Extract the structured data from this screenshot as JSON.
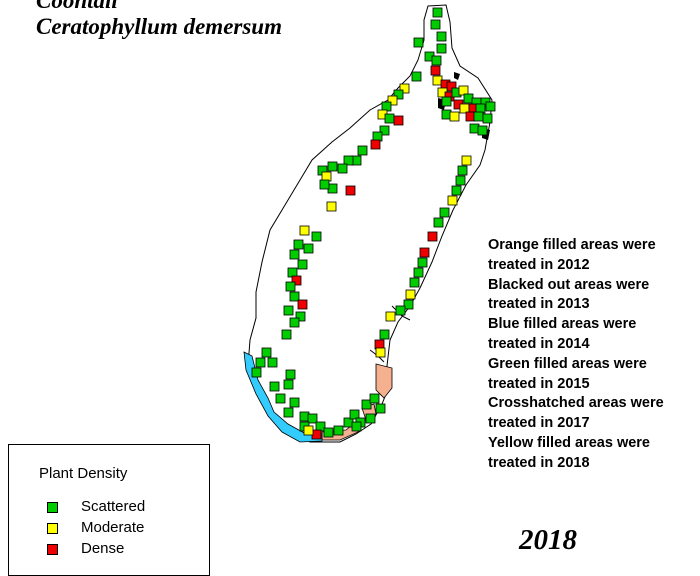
{
  "title": {
    "line1": "Coontail",
    "line2": "Ceratophyllum demersum"
  },
  "treatment_notes": [
    "Orange filled areas were",
    "treated in 2012",
    "Blacked out areas were",
    "treated in 2013",
    "Blue filled areas were",
    "treated in 2014",
    "Green filled areas were",
    "treated in 2015",
    "Crosshatched areas were",
    "treated in 2017",
    "Yellow filled areas were",
    "treated in 2018"
  ],
  "legend": {
    "title": "Plant Density",
    "items": [
      {
        "label": "Scattered",
        "color": "#00cc00"
      },
      {
        "label": "Moderate",
        "color": "#ffff00"
      },
      {
        "label": "Dense",
        "color": "#ee0000"
      }
    ]
  },
  "year": "2018",
  "colors": {
    "scattered": "#00cc00",
    "moderate": "#ffff00",
    "dense": "#ee0000",
    "treated_2012_orange": "#f4b08f",
    "treated_2013_black": "#000000",
    "treated_2014_blue": "#33ccff"
  }
}
